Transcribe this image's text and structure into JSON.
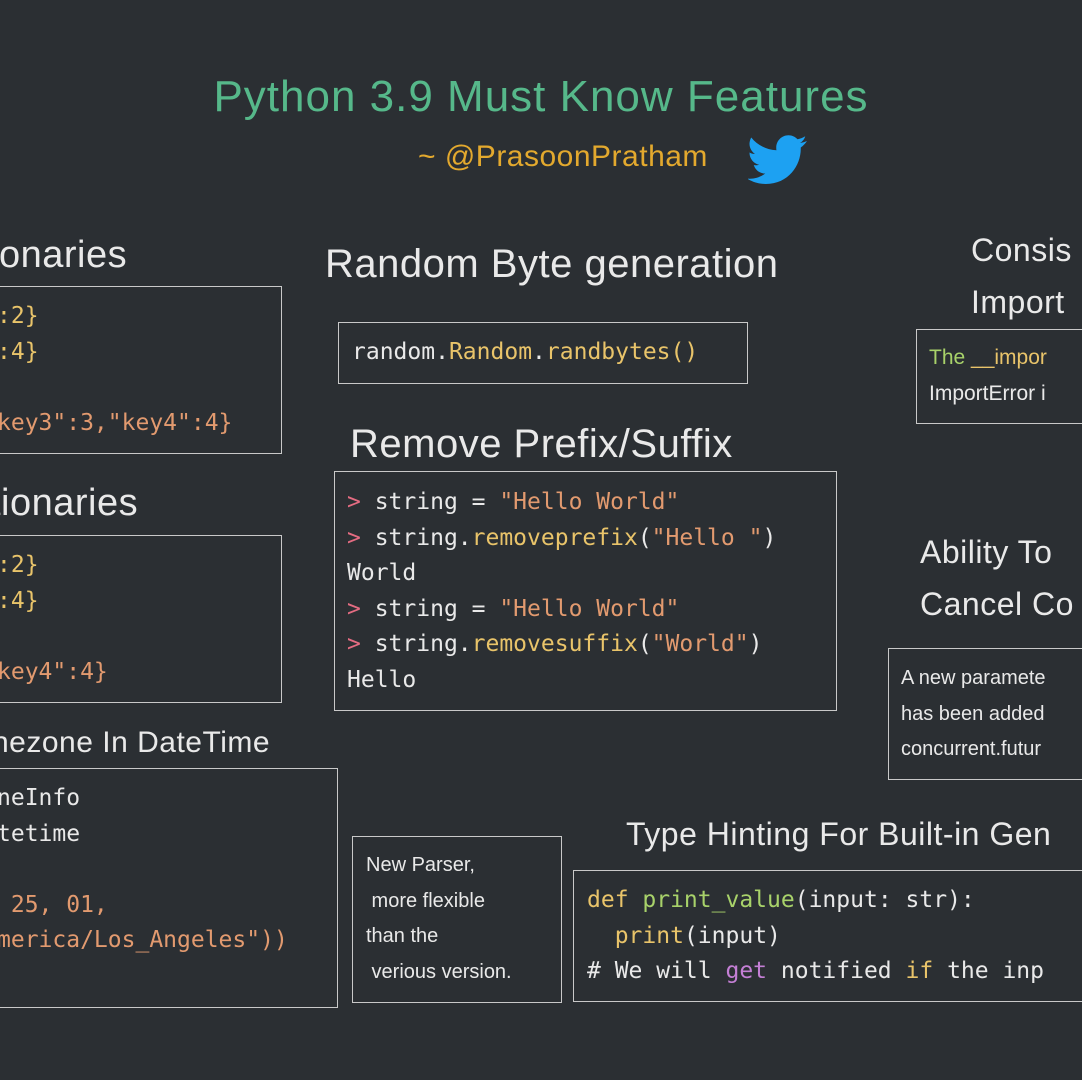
{
  "header": {
    "title": "Python 3.9 Must Know Features",
    "author": "~ @PrasoonPratham"
  },
  "sections": {
    "merge_dict": {
      "heading": "ionaries",
      "lines": [
        [
          {
            "t": ":2}",
            "c": "yellow"
          }
        ],
        [
          {
            "t": ":4}",
            "c": "yellow"
          }
        ],
        [
          {
            "t": "",
            "c": "white"
          }
        ],
        [
          {
            "t": "key3\":3,\"key4\":4}",
            "c": "orange"
          }
        ]
      ]
    },
    "update_dict": {
      "heading": "tionaries",
      "lines": [
        [
          {
            "t": ":2}",
            "c": "yellow"
          }
        ],
        [
          {
            "t": ":4}",
            "c": "yellow"
          }
        ],
        [
          {
            "t": "",
            "c": "white"
          }
        ],
        [
          {
            "t": "key4\":4}",
            "c": "orange"
          }
        ]
      ]
    },
    "timezone": {
      "heading": "nezone In DateTime",
      "lines": [
        [
          {
            "t": "neInfo",
            "c": "white"
          }
        ],
        [
          {
            "t": "tetime",
            "c": "white"
          }
        ],
        [
          {
            "t": "",
            "c": "white"
          }
        ],
        [
          {
            "t": " 25, 01,",
            "c": "orange"
          }
        ],
        [
          {
            "t": "merica/Los_Angeles\"))",
            "c": "orange"
          }
        ]
      ]
    },
    "random_byte": {
      "heading": "Random Byte generation",
      "lines": [
        [
          {
            "t": "random",
            "c": "white"
          },
          {
            "t": ".",
            "c": "white"
          },
          {
            "t": "Random",
            "c": "yellow"
          },
          {
            "t": ".",
            "c": "white"
          },
          {
            "t": "randbytes",
            "c": "yellow"
          },
          {
            "t": "()",
            "c": "yellow"
          }
        ]
      ]
    },
    "prefix_suffix": {
      "heading": "Remove Prefix/Suffix",
      "lines": [
        [
          {
            "t": "> ",
            "c": "pink"
          },
          {
            "t": "string = ",
            "c": "white"
          },
          {
            "t": "\"Hello World\"",
            "c": "orange"
          }
        ],
        [
          {
            "t": "> ",
            "c": "pink"
          },
          {
            "t": "string.",
            "c": "white"
          },
          {
            "t": "removeprefix",
            "c": "yellow"
          },
          {
            "t": "(",
            "c": "white"
          },
          {
            "t": "\"Hello \"",
            "c": "orange"
          },
          {
            "t": ")",
            "c": "white"
          }
        ],
        [
          {
            "t": "World",
            "c": "white"
          }
        ],
        [
          {
            "t": "> ",
            "c": "pink"
          },
          {
            "t": "string = ",
            "c": "white"
          },
          {
            "t": "\"Hello World\"",
            "c": "orange"
          }
        ],
        [
          {
            "t": "> ",
            "c": "pink"
          },
          {
            "t": "string.",
            "c": "white"
          },
          {
            "t": "removesuffix",
            "c": "yellow"
          },
          {
            "t": "(",
            "c": "white"
          },
          {
            "t": "\"World\"",
            "c": "orange"
          },
          {
            "t": ")",
            "c": "white"
          }
        ],
        [
          {
            "t": "Hello",
            "c": "white"
          }
        ]
      ]
    },
    "new_parser": {
      "lines": [
        "New Parser,",
        " more flexible",
        "than the",
        " verious version."
      ]
    },
    "type_hinting": {
      "heading": "Type Hinting For Built-in Gen",
      "lines": [
        [
          {
            "t": "def ",
            "c": "yellow"
          },
          {
            "t": "print_value",
            "c": "green"
          },
          {
            "t": "(",
            "c": "white"
          },
          {
            "t": "input",
            "c": "white"
          },
          {
            "t": ": ",
            "c": "white"
          },
          {
            "t": "str",
            "c": "white"
          },
          {
            "t": "):",
            "c": "white"
          }
        ],
        [
          {
            "t": "  ",
            "c": "white"
          },
          {
            "t": "print",
            "c": "yellow"
          },
          {
            "t": "(input)",
            "c": "white"
          }
        ],
        [
          {
            "t": "# We will ",
            "c": "white"
          },
          {
            "t": "get",
            "c": "purple"
          },
          {
            "t": " notified ",
            "c": "white"
          },
          {
            "t": "if",
            "c": "yellow"
          },
          {
            "t": " the inp",
            "c": "white"
          }
        ]
      ]
    },
    "consistent_import": {
      "heading_line1": "Consis",
      "heading_line2": "Import",
      "lines": [
        [
          {
            "t": "The ",
            "c": "green"
          },
          {
            "t": "__impor",
            "c": "yellow"
          }
        ],
        [
          {
            "t": "ImportError i",
            "c": "white"
          }
        ]
      ]
    },
    "cancel": {
      "heading_line1": "Ability To",
      "heading_line2": "Cancel Co",
      "lines": [
        "A new paramete",
        "has been added",
        "concurrent.futur"
      ]
    }
  },
  "colors": {
    "background": "#2b2f33",
    "title": "#56b88a",
    "author": "#e3a92e",
    "twitter": "#1da1f2"
  },
  "icons": {
    "twitter": "twitter-bird-icon"
  }
}
